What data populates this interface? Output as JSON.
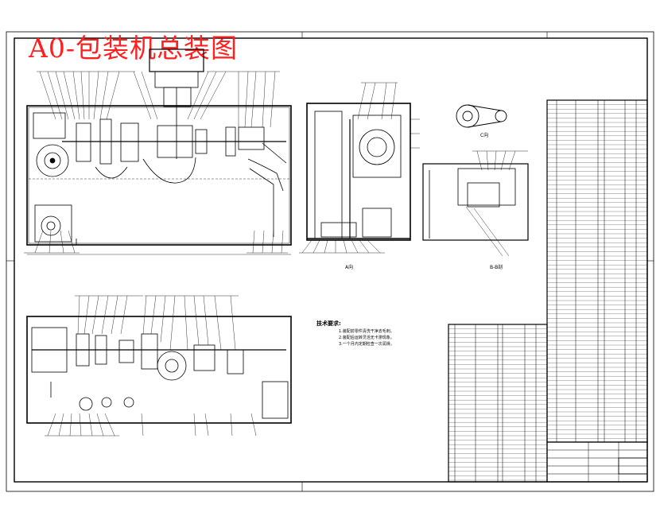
{
  "drawing": {
    "title": "A0-包装机总装图"
  },
  "technical_requirements": {
    "heading": "技术要求:",
    "items": [
      "1.装配前零件清洗干净去毛刺。",
      "2.装配后运转灵活无卡滞现象。",
      "3.一个月内定期检查一次润滑。"
    ]
  },
  "view_labels": {
    "side_view": "A向",
    "section_view": "B-B剖",
    "pulley_view": "C向"
  },
  "colors": {
    "title": "#ff2020",
    "line": "#000000",
    "background": "#ffffff"
  }
}
